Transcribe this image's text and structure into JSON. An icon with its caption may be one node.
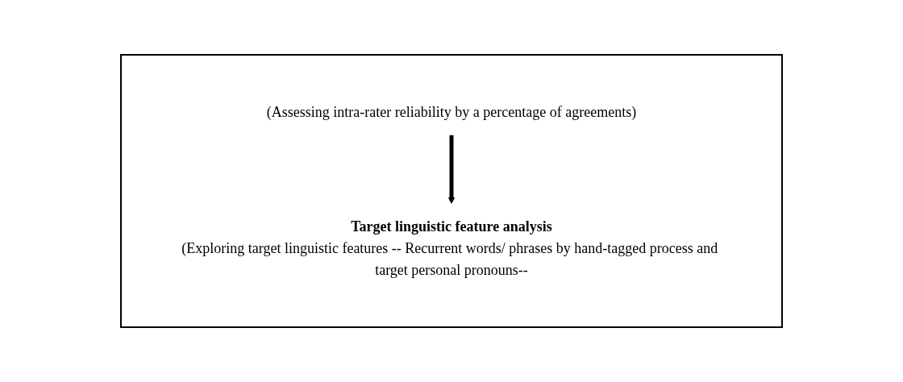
{
  "diagram": {
    "nodes": [
      {
        "text": [],
        "shape": "box"
      },
      {
        "text": [
          "(Assessing intra-rater reliability by a percentage of agreements)"
        ],
        "in": 0
      },
      {
        "text": [
          "Target linguistic feature analysis",
          "(Exploring target linguistic features -- Recurrent words/ phrases by hand-tagged process and target personal pronouns--"
        ],
        "in": 0
      }
    ],
    "edges": [
      {
        "from": 1,
        "to": 2,
        "arrow": "to"
      }
    ]
  }
}
